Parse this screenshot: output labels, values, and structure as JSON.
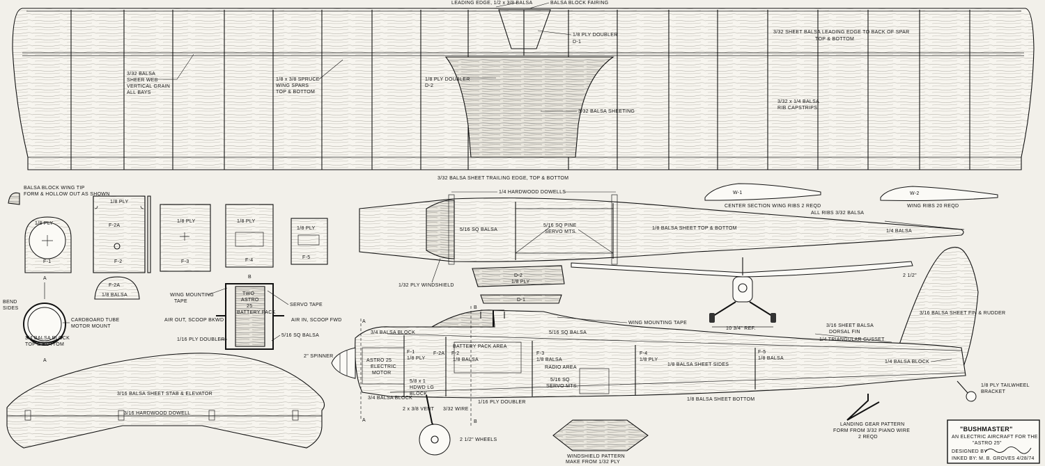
{
  "wing": {
    "leading_edge": "LEADING EDGE, 1/2 x 3/8  BALSA",
    "block_fairing": "BALSA BLOCK FAIRING",
    "ply_doubler": "1/8 PLY DOUBLER",
    "d1": "D-1",
    "sheet_le": "3/32  SHEET BALSA LEADING EDGE TO BACK OF SPAR",
    "sheet_le2": "TOP & BOTTOM",
    "shear_web": [
      "3/32 BALSA",
      "SHEER WEB",
      "VERTICAL GRAIN",
      "ALL  BAYS"
    ],
    "spars": [
      "1/8 x 3/8 SPRUCE",
      "WING SPARS",
      "TOP & BOTTOM"
    ],
    "doubler_d2": [
      "1/8 PLY DOUBLER",
      "D-2"
    ],
    "sheeting": "3/32 BALSA SHEETING",
    "capstrips": [
      "3/32 x 1/4 BALSA",
      "RIB CAPSTRIPS"
    ],
    "trailing_edge": "3/32  BALSA  SHEET TRAILING EDGE, TOP & BOTTOM"
  },
  "wingtip": [
    "BALSA BLOCK WING TIP",
    "FORM & HOLLOW OUT AS SHOWN"
  ],
  "ribs": {
    "w1": "W-1",
    "w2": "W-2",
    "center_label": "CENTER SECTION WING RIBS   2 REQD",
    "wing_label": "WING RIBS  20 REQD",
    "all_ribs": "ALL RIBS 3/32 BALSA"
  },
  "formers": {
    "f1": "F-1",
    "f1_mat": "1/8 PLY",
    "f2": "F-2",
    "f2a": "F-2A",
    "f2_mat": "1/8 PLY",
    "f3": "F-3",
    "f3_mat": "1/8 PLY",
    "f4": "F-4",
    "f4_mat": "1/8 PLY",
    "f5": "F-5",
    "f5_mat": "1/8 PLY",
    "f2a_small": "F-2A",
    "f2a_small_mat": "1/8 BALSA"
  },
  "motor_mount": {
    "a": "A",
    "bend": [
      "BEND",
      "SIDES"
    ],
    "tube": [
      "CARDBOARD TUBE",
      "MOTOR MOUNT"
    ],
    "block": [
      "3/4 BALSA BLOCK",
      "TOP & BOTTOM"
    ]
  },
  "cross_section": {
    "b": "B",
    "wing_tape": [
      "WING MOUNTING",
      "TAPE"
    ],
    "battery": [
      "TWO",
      "ASTRO",
      "25",
      "BATTERY PACK"
    ],
    "servo_tape": "SERVO TAPE",
    "air_out": "AIR OUT, SCOOP BKWD",
    "air_in": "AIR IN, SCOOP FWD",
    "ply_doubler": "1/16 PLY DOUBLER",
    "sq": "5/16 SQ BALSA"
  },
  "stab": {
    "label": "3/16  BALSA  SHEET STAB & ELEVATOR",
    "dowel": "3/16 HARDWOOD DOWELL"
  },
  "top_view": {
    "dowels": "1/4 HARDWOOD DOWELLS",
    "sq": "5/16 SQ BALSA",
    "pine": [
      "5/16 SQ PINE",
      "SERVO MTS."
    ],
    "sheet": "1/8 BALSA SHEET TOP & BOTTOM",
    "tail": "1/4 BALSA",
    "windshield": "1/32 PLY WINDSHIELD"
  },
  "doublers": {
    "d2": [
      "D-2",
      "1/8 PLY"
    ],
    "d1": "D-1"
  },
  "front_view": {
    "ref": "10 3/4\" REF."
  },
  "side_view": {
    "dim": "2 1/2\"",
    "wing_tape": "WING MOUNTING TAPE",
    "sq": "5/16 SQ BALSA",
    "fin": "3/16  BALSA SHEET FIN & RUDDER",
    "dorsal": [
      "3/16 SHEET BALSA",
      "DORSAL FIN"
    ],
    "gusset": "1/4 TRIANGULAR GUSSET",
    "block_top": "3/4 BALSA BLOCK",
    "battery_area": "BATTERY PACK AREA",
    "motor": [
      "ASTRO  25",
      "ELECTRIC",
      "MOTOR"
    ],
    "spinner": "2\" SPINNER",
    "f1": [
      "F-1",
      "1/8 PLY"
    ],
    "f2a": "F-2A",
    "f2": [
      "F-2",
      "1/8 BALSA"
    ],
    "f3": [
      "F-3",
      "1/8 BALSA"
    ],
    "radio": "RADIO AREA",
    "servo": [
      "5/16  SQ",
      "SERVO  MTS."
    ],
    "f4": [
      "F-4",
      "1/8 PLY"
    ],
    "sides": "1/8 BALSA SHEET SIDES",
    "f5": [
      "F-5",
      "1/8 BALSA"
    ],
    "tail_block": "1/4 BALSA BLOCK",
    "tailwheel": [
      "1/8 PLY TAILWHEEL",
      "BRACKET"
    ],
    "lg_block": [
      "5/8 x 1",
      "HDWD LG",
      "BLOCK"
    ],
    "block_bot": "3/4 BALSA BLOCK",
    "doubler": "1/16 PLY DOUBLER",
    "bottom": "1/8 BALSA SHEET BOTTOM",
    "vent": "2 x 3/8  VENT",
    "wire": "3/32 WIRE",
    "wheels": "2 1/2\" WHEELS",
    "a": "A",
    "b": "B"
  },
  "windshield": [
    "WINDSHIELD PATTERN",
    "MAKE FROM 1/32 PLY"
  ],
  "landing_gear": [
    "LANDING GEAR PATTERN",
    "FORM FROM 3/32 PIANO WIRE",
    "2 REQD"
  ],
  "title_block": {
    "name": "\"BUSHMASTER\"",
    "desc": "AN ELECTRIC AIRCRAFT FOR THE",
    "motor": "\"ASTRO 25\"",
    "designed": "DESIGNED BY",
    "inked": "INKED BY:  M. B. GROVES   4/28/74"
  }
}
